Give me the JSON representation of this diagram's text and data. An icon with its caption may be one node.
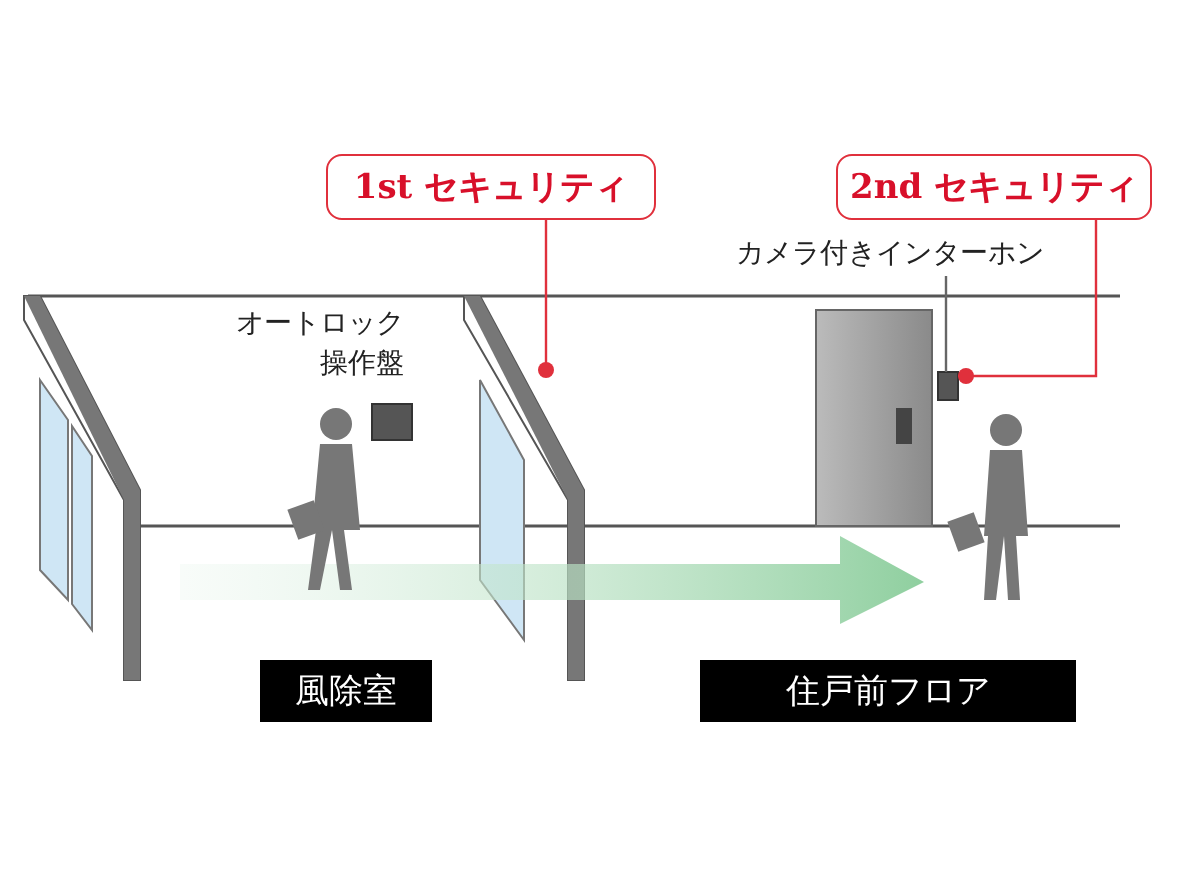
{
  "diagram": {
    "nodes": [
      {
        "text": [
          "1st セキュリティ"
        ]
      },
      {
        "text": [
          "2nd セキュリティ"
        ]
      },
      {
        "text": [
          "カメラ付きインターホン"
        ]
      },
      {
        "text": [],
        "shape": "box"
      },
      {
        "text": [
          "風除室"
        ]
      },
      {
        "text": [
          "住戸前フロア"
        ]
      },
      {
        "text": [],
        "shape": "picture"
      }
    ],
    "edges": [
      {
        "from": 0,
        "to": 6,
        "arrow": "other"
      },
      {
        "from": 1,
        "to": 3,
        "arrow": "other"
      },
      {
        "from": 2,
        "to": 3,
        "arrow": "none",
        "color": "#666666"
      }
    ],
    "labels": [
      "オートロック操作盤"
    ]
  }
}
